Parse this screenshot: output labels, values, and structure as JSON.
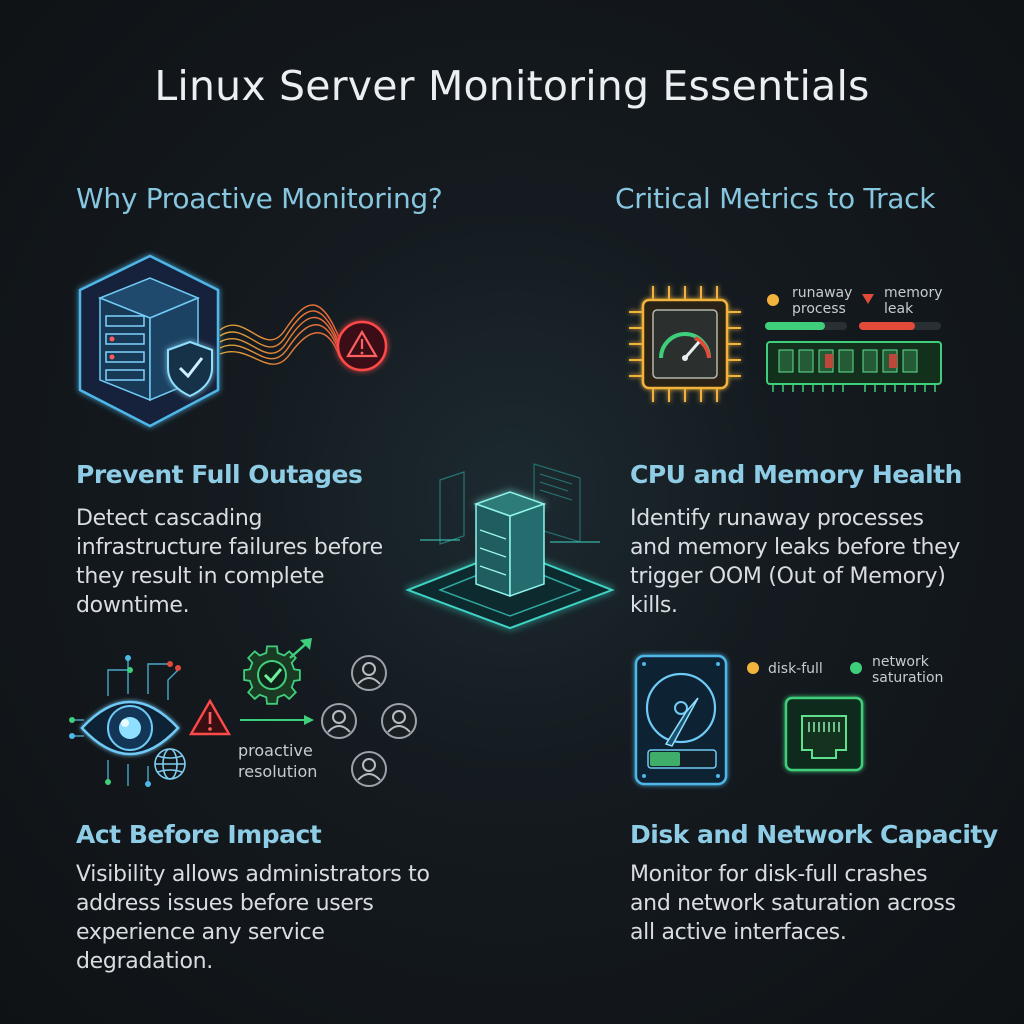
{
  "title": "Linux Server Monitoring Essentials",
  "left_section": {
    "heading": "Why Proactive Monitoring?",
    "cards": [
      {
        "title": "Prevent Full Outages",
        "body": "Detect cascading infrastructure failures before they result in complete downtime."
      },
      {
        "title": "Act Before Impact",
        "body": "Visibility allows administrators to address issues before users experience any service degradation."
      }
    ],
    "flow_label": "proactive resolution"
  },
  "right_section": {
    "heading": "Critical Metrics to Track",
    "cards": [
      {
        "title": "CPU and Memory Health",
        "body": "Identify runaway processes and memory leaks before they trigger OOM (Out of Memory) kills."
      },
      {
        "title": "Disk and Network Capacity",
        "body": "Monitor for disk-full crashes and network saturation across all active interfaces."
      }
    ],
    "cpu_labels": [
      "runaway process",
      "memory leak"
    ],
    "disk_labels": [
      "disk-full",
      "network saturation"
    ]
  },
  "colors": {
    "accent_blue": "#4fb6e8",
    "accent_teal": "#3fd3c6",
    "alert_red": "#ff4a4a",
    "amber": "#f2b33d",
    "green": "#3fce7a",
    "heading": "#86c6df"
  },
  "icons": {
    "outage_illustration": "server-shield-icon",
    "alert": "warning-triangle-icon",
    "center": "server-stack-icon",
    "cpu": "cpu-gauge-icon",
    "memory": "ram-module-icon",
    "eye": "eye-icon",
    "gear": "gear-check-icon",
    "globe": "globe-icon",
    "users": "user-icon",
    "disk": "hard-disk-icon",
    "network": "ethernet-port-icon"
  }
}
